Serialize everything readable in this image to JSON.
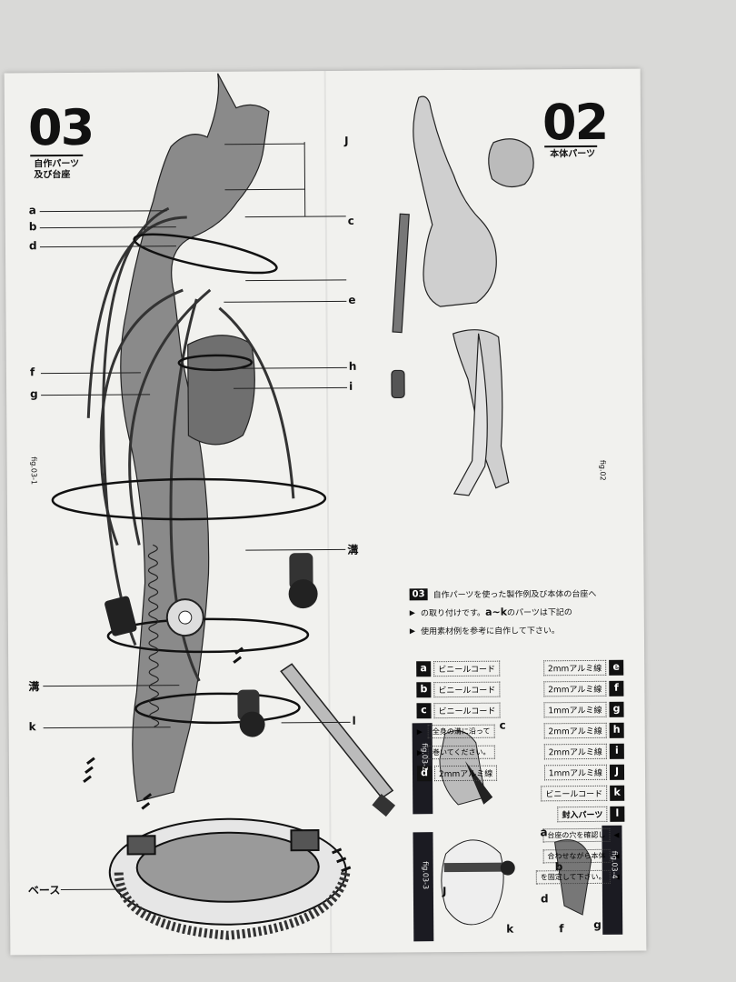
{
  "left_section": {
    "number": "03",
    "subtitle_line1": "自作パーツ",
    "subtitle_line2": "及び台座",
    "fig_tag": "fig.03-1",
    "labels": {
      "J": "J",
      "a": "a",
      "b": "b",
      "c": "c",
      "d": "d",
      "e": "e",
      "f": "f",
      "g": "g",
      "h": "h",
      "i": "i",
      "mizo1": "溝",
      "mizo2": "溝",
      "k": "k",
      "l": "l",
      "base": "ベース"
    }
  },
  "right_section": {
    "number": "02",
    "subtitle": "本体パーツ",
    "fig_tag": "fig.02"
  },
  "instructions": {
    "num": "03",
    "line1": "自作パーツを使った製作例及び本体の台座へ",
    "line2_pre": "の取り付けです。",
    "line2_bold": "a~k",
    "line2_post": "のパーツは下記の",
    "line3": "使用素材例を参考に自作して下さい。"
  },
  "parts": {
    "left": [
      {
        "key": "a",
        "text": "ビニールコード"
      },
      {
        "key": "b",
        "text": "ビニールコード"
      },
      {
        "key": "c",
        "text": "ビニールコード"
      },
      {
        "key": "",
        "text": "全身の溝に沿って"
      },
      {
        "key": "",
        "text": "巻いてください。"
      },
      {
        "key": "d",
        "text": "2mmアルミ線"
      }
    ],
    "right": [
      {
        "key": "e",
        "text": "2mmアルミ線"
      },
      {
        "key": "f",
        "text": "2mmアルミ線"
      },
      {
        "key": "g",
        "text": "1mmアルミ線"
      },
      {
        "key": "h",
        "text": "2mmアルミ線"
      },
      {
        "key": "i",
        "text": "2mmアルミ線"
      },
      {
        "key": "J",
        "text": "1mmアルミ線"
      },
      {
        "key": "k",
        "text": "ビニールコード"
      },
      {
        "key": "l",
        "text": "封入パーツ"
      }
    ],
    "notes": [
      "台座の穴を確認し",
      "合わせながら本体",
      "を固定して下さい。"
    ]
  },
  "figs": {
    "fig03_2": "fig.03-2",
    "fig03_2_label": "c",
    "fig03_3": "fig.03-3",
    "fig03_4": "fig.03-4",
    "bottom_labels": {
      "a": "a",
      "b": "b",
      "d": "d",
      "k": "k",
      "f": "f",
      "g": "g",
      "J": "J"
    }
  }
}
